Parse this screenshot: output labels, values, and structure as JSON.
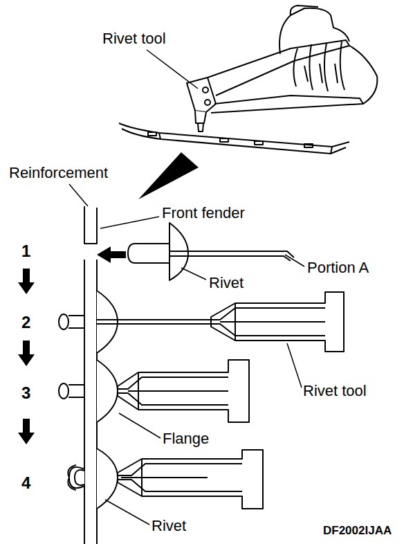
{
  "diagram": {
    "labels": [
      "Rivet tool",
      "Reinforcement",
      "Front fender",
      "1",
      "Portion A",
      "Rivet",
      "2",
      "Rivet tool",
      "3",
      "Flange",
      "4",
      "Rivet",
      "DF2002IJAA"
    ]
  }
}
